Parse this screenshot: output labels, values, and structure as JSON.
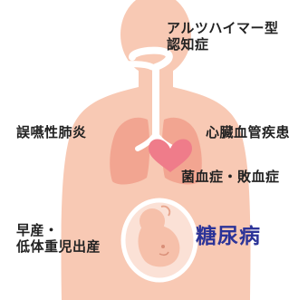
{
  "labels": {
    "alzheimers": "アルツハイマー型\n認知症",
    "aspiration_pneumonia": "誤嚥性肺炎",
    "cardiovascular": "心臓血管疾患",
    "bacteremia_sepsis": "菌血症・敗血症",
    "preterm_lbw": "早産・\n低体重児出産",
    "diabetes": "糖尿病"
  },
  "colors": {
    "body": "#f8c9b4",
    "lungs": "#f2a591",
    "airway": "#ffffff",
    "heart": "#ef7c8a",
    "womb_fill": "#fbe1d6",
    "womb_ring": "#ffffff",
    "fetus": "#f6c0aa",
    "highlight_text": "#2b3398",
    "text": "#222222"
  }
}
